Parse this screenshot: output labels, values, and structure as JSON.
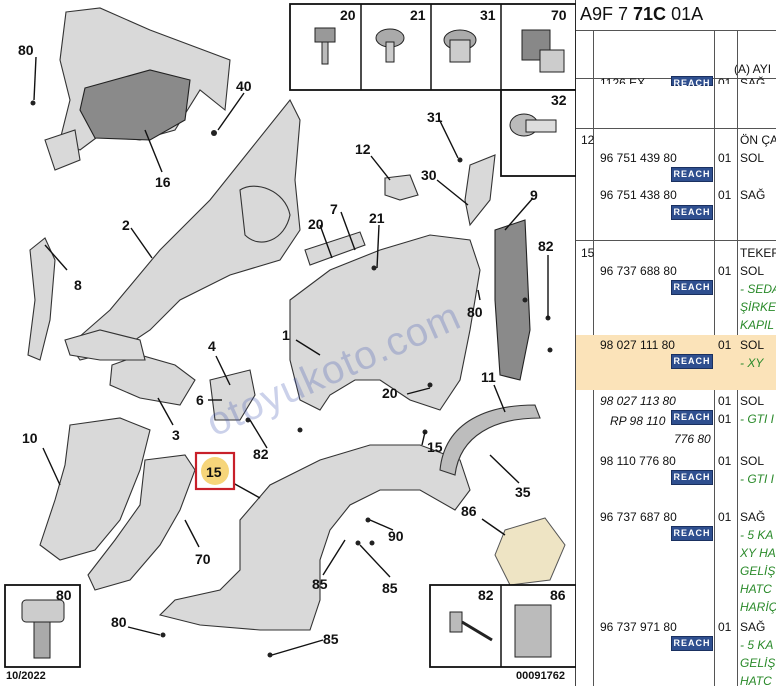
{
  "diagram": {
    "callouts": [
      "80",
      "16",
      "40",
      "2",
      "12",
      "31",
      "30",
      "9",
      "7",
      "20",
      "21",
      "82",
      "8",
      "1",
      "4",
      "6",
      "3",
      "82",
      "20",
      "10",
      "15",
      "70",
      "11",
      "35",
      "86",
      "90",
      "85",
      "85",
      "80",
      "85",
      "80",
      "20"
    ],
    "box_labels": {
      "b20": "20",
      "b21": "21",
      "b31": "31",
      "b70": "70",
      "b32": "32",
      "b80": "80",
      "b82": "82",
      "b86": "86"
    },
    "date_code": "10/2022",
    "figure_number": "00091762",
    "highlighted_callout": "15",
    "watermark": "otoyukoto.com",
    "colors": {
      "highlight_border": "#c8202a",
      "highlight_fill": "#f6d57a"
    }
  },
  "panel": {
    "title_prefix": "A9F 7 ",
    "title_bold": "71C",
    "title_suffix": " 01A",
    "subheader": "(A) AYI",
    "truncated_top_ref": "1126 EX",
    "truncated_top_qty": "01",
    "truncated_top_side": "SAĞ",
    "reach_label": "REACH",
    "groups": [
      {
        "num": "12",
        "title": "ÖN ÇA",
        "rows": [
          {
            "ref": "96 751 439 80",
            "qty": "01",
            "side": "SOL"
          },
          {
            "ref": "96 751 438 80",
            "qty": "01",
            "side": "SAĞ"
          }
        ]
      },
      {
        "num": "15",
        "title": "TEKER",
        "rows": [
          {
            "ref": "96 737 688 80",
            "qty": "01",
            "side": "SOL",
            "notes": [
              "- SEDA",
              "ŞİRKE",
              "KAPIL"
            ]
          },
          {
            "ref": "98 027 111 80",
            "qty": "01",
            "side": "SOL",
            "notes": [
              "- XY"
            ]
          },
          {
            "ref": "98 027 113 80",
            "qty": "01",
            "side": "SOL"
          },
          {
            "ref": "RP 98 110",
            "qty": "01",
            "side": "- GTI I"
          },
          {
            "ref": "776 80"
          },
          {
            "ref": "98 110 776 80",
            "qty": "01",
            "side": "SOL",
            "notes": [
              "- GTI I"
            ]
          },
          {
            "ref": "96 737 687 80",
            "qty": "01",
            "side": "SAĞ",
            "notes": [
              "- 5 KA",
              "XY HA",
              "GELİŞ",
              "HATC",
              "HARİÇ"
            ]
          },
          {
            "ref": "96 737 971 80",
            "qty": "01",
            "side": "SAĞ",
            "notes": [
              "- 5 KA",
              "GELİŞ",
              "HATC"
            ]
          }
        ]
      }
    ]
  }
}
